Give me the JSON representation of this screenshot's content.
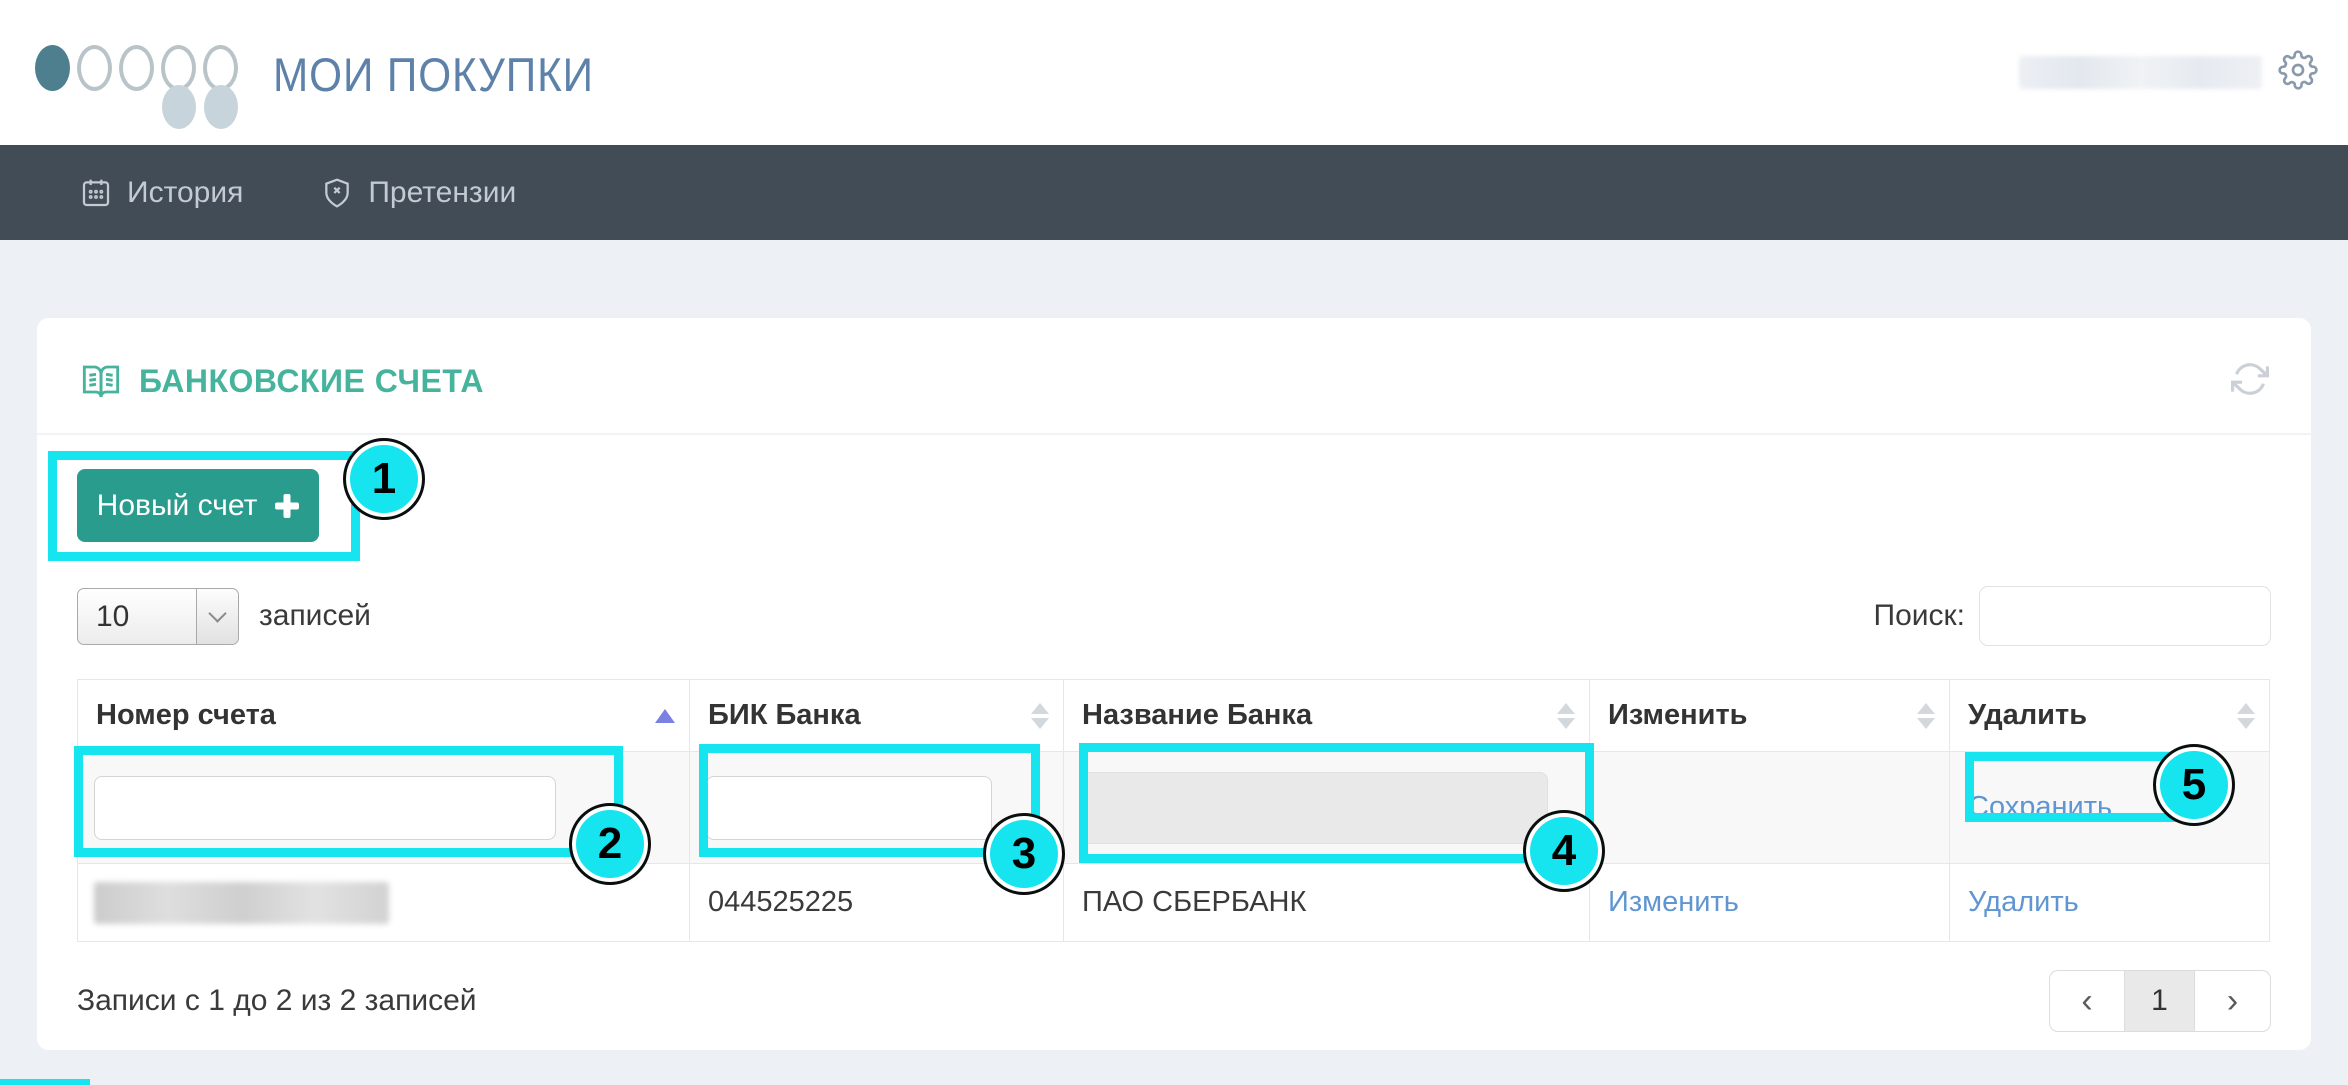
{
  "header": {
    "app_title": "МОИ ПОКУПКИ"
  },
  "nav": {
    "items": [
      {
        "label": "История"
      },
      {
        "label": "Претензии"
      }
    ]
  },
  "panel": {
    "title": "БАНКОВСКИЕ СЧЕТА",
    "new_account_button": "Новый счет",
    "page_size": "10",
    "records_suffix": "записей",
    "search_label": "Поиск:",
    "search_value": ""
  },
  "table": {
    "columns": [
      {
        "label": "Номер счета",
        "sort": "asc"
      },
      {
        "label": "БИК Банка",
        "sort": "none"
      },
      {
        "label": "Название Банка",
        "sort": "none"
      },
      {
        "label": "Изменить",
        "sort": "none"
      },
      {
        "label": "Удалить",
        "sort": "none"
      }
    ],
    "edit_row": {
      "account_number_value": "",
      "bik_value": "",
      "bank_name_value": "",
      "save_link": "Сохранить"
    },
    "rows": [
      {
        "bik": "044525225",
        "bank_name": "ПАО СБЕРБАНК",
        "edit_link": "Изменить",
        "delete_link": "Удалить"
      }
    ],
    "summary": "Записи с 1 до 2 из 2 записей",
    "pagination": {
      "prev": "‹",
      "page": "1",
      "next": "›"
    }
  },
  "annotations": {
    "highlight_color": "#16e4ee",
    "callouts": [
      {
        "number": "1"
      },
      {
        "number": "2"
      },
      {
        "number": "3"
      },
      {
        "number": "4"
      },
      {
        "number": "5"
      }
    ]
  },
  "colors": {
    "accent_teal": "#2a9c8e",
    "heading_teal": "#46b39c",
    "nav_bg": "#414c57",
    "link_blue": "#5f96d2",
    "logo_teal": "#4d7f8e",
    "title_blue": "#5d81a8"
  }
}
